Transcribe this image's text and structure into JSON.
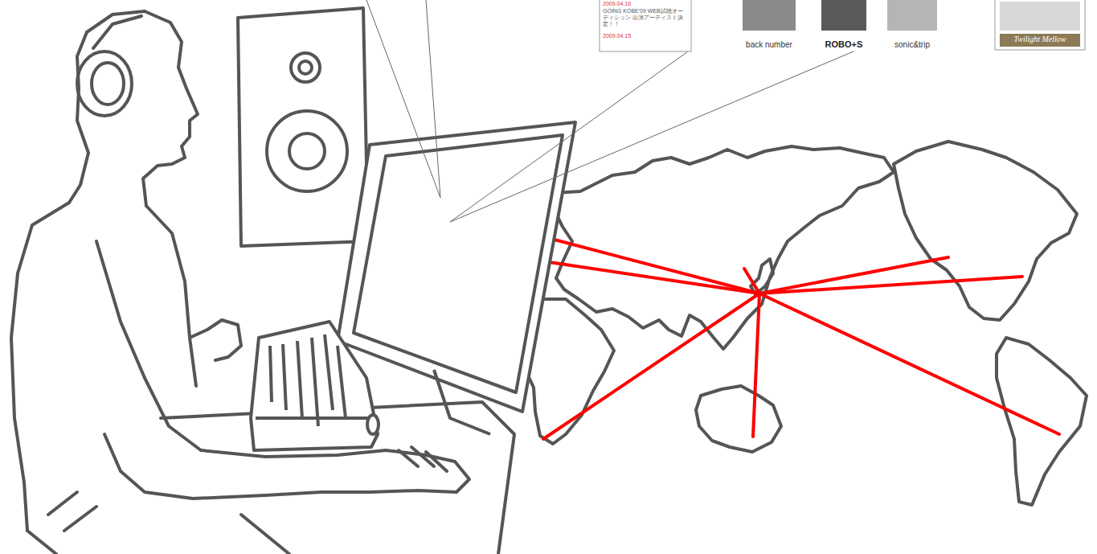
{
  "diagram": {
    "labels": [
      "2009.04.16",
      "GOING KOBE'09 WEB試聴オーディション 出演アーティスト決定！！",
      "2009.04.15",
      "back number",
      "ROBO+S",
      "sonic&trip",
      "Twilight Mellow"
    ]
  }
}
